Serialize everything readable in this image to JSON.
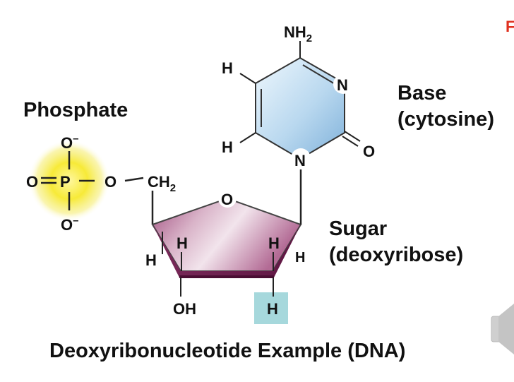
{
  "corner_mark": "F",
  "labels": {
    "phosphate": "Phosphate",
    "base_line1": "Base",
    "base_line2": "(cytosine)",
    "sugar_line1": "Sugar",
    "sugar_line2": "(deoxyribose)",
    "caption": "Deoxyribonucleotide Example (DNA)"
  },
  "atoms": {
    "nh2_main": "NH",
    "nh2_sub": "2",
    "h": "H",
    "n": "N",
    "o": "O",
    "p": "P",
    "o_minus_main": "O",
    "o_minus_sup": "–",
    "ch2_main": "CH",
    "ch2_sub": "2",
    "oh": "OH"
  },
  "colors": {
    "phosphate_glow": "#f5e52a",
    "base_ring_light": "#d6ebf8",
    "base_ring_dark": "#8ebcdf",
    "sugar_light": "#efdbe6",
    "sugar_dark": "#9d4e7c",
    "sugar_edge": "#6b1d4d",
    "highlight_box": "#a6d8dc",
    "corner_mark": "#e0301e",
    "speaker_gray": "#c9c9c9"
  },
  "icons": [
    "speaker-icon"
  ]
}
